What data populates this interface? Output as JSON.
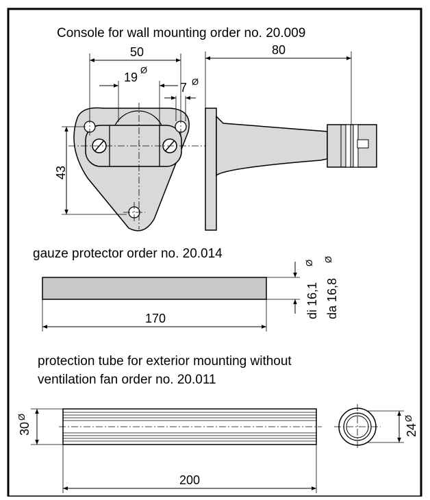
{
  "console": {
    "title": "Console for wall mounting order no. 20.009",
    "dim_width": "50",
    "dim_arm": "80",
    "dim_hole": "19",
    "dim_hole_sym": "Ø",
    "dim_screw": "7",
    "dim_screw_sym": "Ø",
    "dim_height": "43"
  },
  "gauze": {
    "title": "gauze protector order no. 20.014",
    "dim_length": "170",
    "dim_di": "di 16,1",
    "dim_di_sym": "Ø",
    "dim_da": "da 16,8",
    "dim_da_sym": "Ø",
    "fill_color": "#c8c8c8"
  },
  "tube": {
    "title_line1": "protection tube for exterior mounting without",
    "title_line2": "ventilation fan order no. 20.011",
    "dim_length": "200",
    "dim_outer": "30",
    "dim_outer_sym": "Ø",
    "dim_end": "24",
    "dim_end_sym": "Ø"
  }
}
